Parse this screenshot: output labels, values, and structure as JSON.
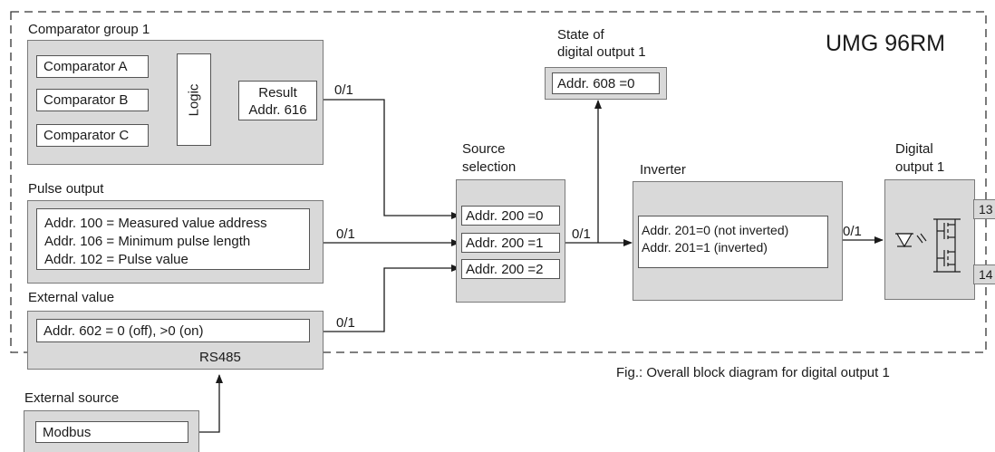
{
  "device": {
    "name": "UMG 96RM"
  },
  "comparator_group": {
    "title": "Comparator group 1",
    "comparators": [
      "Comparator A",
      "Comparator B",
      "Comparator C"
    ],
    "logic": "Logic",
    "result_line1": "Result",
    "result_line2": "Addr. 616",
    "signal": "0/1"
  },
  "digital_state": {
    "title_line1": "State of",
    "title_line2": "digital output 1",
    "value": "Addr. 608 =0"
  },
  "pulse_output": {
    "title": "Pulse output",
    "lines": [
      "Addr. 100 = Measured value address",
      "Addr. 106 = Minimum pulse length",
      "Addr. 102 = Pulse value"
    ],
    "signal": "0/1"
  },
  "external_value": {
    "title": "External value",
    "value": "Addr. 602 = 0 (off), >0 (on)",
    "bus": "RS485",
    "signal": "0/1"
  },
  "external_source": {
    "title": "External source",
    "value": "Modbus"
  },
  "source_selection": {
    "title_line1": "Source",
    "title_line2": "selection",
    "options": [
      "Addr. 200 =0",
      "Addr. 200 =1",
      "Addr. 200 =2"
    ],
    "signal": "0/1"
  },
  "inverter": {
    "title": "Inverter",
    "line1": "Addr. 201=0 (not inverted)",
    "line2": "Addr. 201=1 (inverted)",
    "signal": "0/1"
  },
  "digital_output": {
    "title_line1": "Digital",
    "title_line2": "output 1",
    "terminal_top": "13",
    "terminal_bottom": "14"
  },
  "caption": "Fig.: Overall block diagram for digital output 1",
  "colors": {
    "panel": "#d9d9d9",
    "border": "#555555",
    "line": "#1a1a1a"
  }
}
